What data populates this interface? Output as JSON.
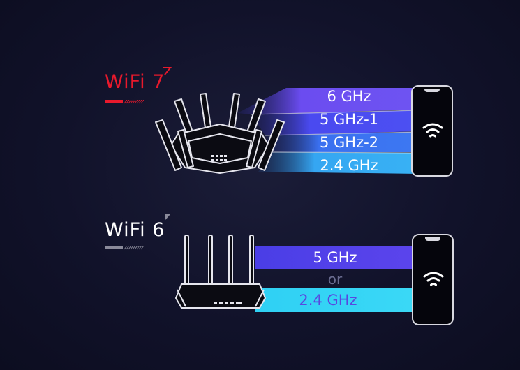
{
  "wifi7": {
    "title": "WiFi 7",
    "bands": [
      "6 GHz",
      "5 GHz-1",
      "5 GHz-2",
      "2.4 GHz"
    ]
  },
  "wifi6": {
    "title": "WiFi 6",
    "bands": [
      "5 GHz",
      "2.4 GHz"
    ],
    "separator": "or"
  },
  "colors": {
    "wifi7_accent": "#e8192c",
    "band_purple": "#5b3be8",
    "band_blue": "#3b6cf0",
    "band_cyan": "#33d6f5",
    "label_24_wifi6": "#5848e0"
  },
  "icons": {
    "router_wifi7": "router-wifi7-icon",
    "router_wifi6": "router-wifi6-icon",
    "phone": "smartphone-icon",
    "wifi": "wifi-signal-icon"
  }
}
